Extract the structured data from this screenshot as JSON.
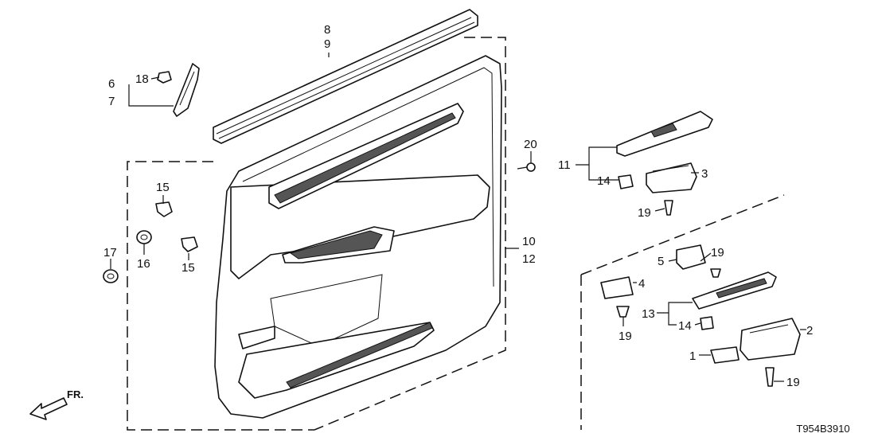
{
  "diagram_code": "T954B3910",
  "direction_label": "FR.",
  "callouts": {
    "c1": "1",
    "c2": "2",
    "c3": "3",
    "c4": "4",
    "c5": "5",
    "c6": "6",
    "c7": "7",
    "c8": "8",
    "c9": "9",
    "c10": "10",
    "c11": "11",
    "c12": "12",
    "c13": "13",
    "c14a": "14",
    "c14b": "14",
    "c15a": "15",
    "c15b": "15",
    "c16": "16",
    "c17": "17",
    "c18": "18",
    "c19a": "19",
    "c19b": "19",
    "c19c": "19",
    "c19d": "19",
    "c20": "20"
  }
}
